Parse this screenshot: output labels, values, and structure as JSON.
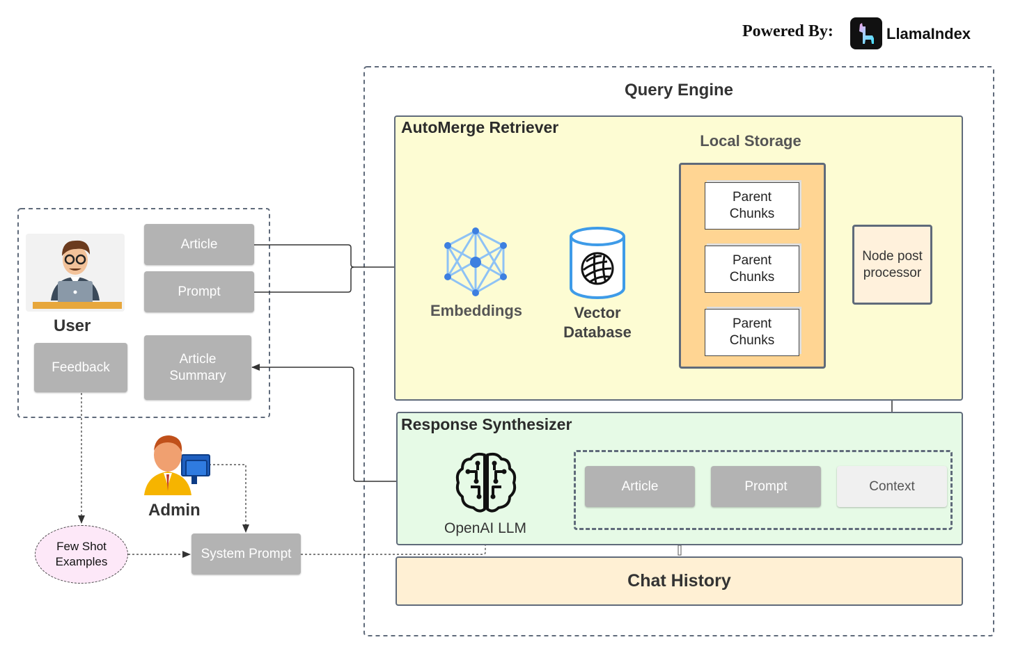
{
  "header": {
    "powered_by": "Powered By:",
    "brand": "LlamaIndex"
  },
  "query_engine": {
    "title": "Query Engine"
  },
  "retriever": {
    "title": "AutoMerge Retriever",
    "embeddings_label": "Embeddings",
    "vector_db_label": "Vector Database",
    "local_storage": {
      "title": "Local Storage",
      "chunks": [
        "Parent Chunks",
        "Parent Chunks",
        "Parent Chunks"
      ]
    },
    "node_post_processor": "Node post processor"
  },
  "synthesizer": {
    "title": "Response Synthesizer",
    "llm_label": "OpenAI LLM",
    "inputs": [
      "Article",
      "Prompt",
      "Context"
    ]
  },
  "chat_history": "Chat History",
  "user_panel": {
    "user_label": "User",
    "article": "Article",
    "prompt": "Prompt",
    "feedback": "Feedback",
    "article_summary": "Article Summary"
  },
  "admin": {
    "label": "Admin",
    "system_prompt": "System Prompt",
    "few_shot": "Few Shot Examples"
  },
  "colors": {
    "retriever_bg": "#fdfcd3",
    "synth_bg": "#e6fae6",
    "storage_bg": "#ffd593",
    "node_post_bg": "#fff1dc",
    "chat_bg": "#fff0d4",
    "few_shot_bg": "#fde8f8",
    "accent_blue": "#4a90e2",
    "box_gray": "#b3b3b3"
  }
}
